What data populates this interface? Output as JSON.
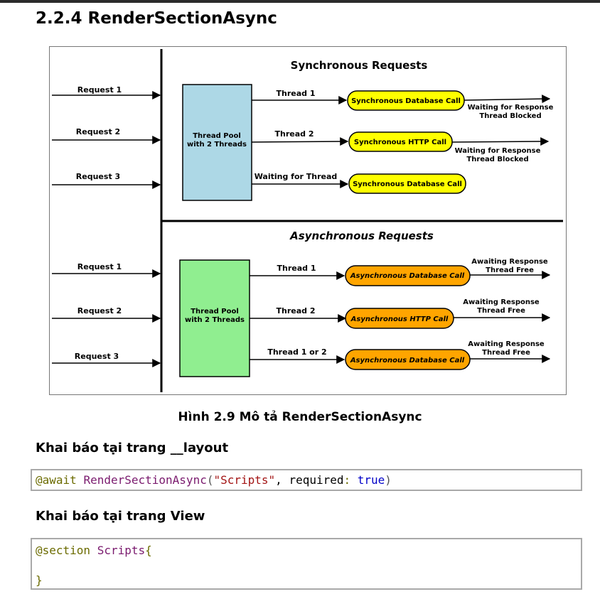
{
  "heading": "2.2.4 RenderSectionAsync",
  "figure": {
    "sync_title": "Synchronous Requests",
    "async_title": "Asynchronous Requests",
    "sync_requests": [
      "Request 1",
      "Request 2",
      "Request 3"
    ],
    "async_requests": [
      "Request 1",
      "Request 2",
      "Request 3"
    ],
    "sync_pool": [
      "Thread Pool",
      "with 2 Threads"
    ],
    "async_pool": [
      "Thread Pool",
      "with 2 Threads"
    ],
    "sync_threads": [
      "Thread 1",
      "Thread 2",
      "Waiting for Thread"
    ],
    "async_threads": [
      "Thread 1",
      "Thread 2",
      "Thread 1 or 2"
    ],
    "sync_calls": [
      "Synchronous Database Call",
      "Synchronous HTTP Call",
      "Synchronous Database Call"
    ],
    "async_calls": [
      "Asynchronous Database Call",
      "Asynchronous HTTP Call",
      "Asynchronous Database Call"
    ],
    "sync_status": [
      [
        "Waiting for Response",
        "Thread Blocked"
      ],
      [
        "Waiting for Response",
        "Thread Blocked"
      ]
    ],
    "async_status": [
      [
        "Awaiting Response",
        "Thread Free"
      ],
      [
        "Awaiting Response",
        "Thread Free"
      ],
      [
        "Awaiting Response",
        "Thread Free"
      ]
    ],
    "colors": {
      "sync_pool": "#add8e6",
      "async_pool": "#90ee90",
      "sync_call": "#ffff00",
      "async_call": "#ffa500"
    }
  },
  "caption": "Hình 2.9 Mô tả RenderSectionAsync",
  "layout_heading": "Khai báo tại trang __layout",
  "layout_code": {
    "at_await": "@await",
    "method": "RenderSectionAsync",
    "open_paren": "(",
    "arg_string": "\"Scripts\"",
    "comma": ", ",
    "param_name": "required",
    "colon": ": ",
    "bool_value": "true",
    "close_paren": ")"
  },
  "view_heading": "Khai báo tại trang View",
  "view_code": {
    "at_section": "@section",
    "section_name": "Scripts",
    "open_brace": "{",
    "close_brace": "}"
  }
}
